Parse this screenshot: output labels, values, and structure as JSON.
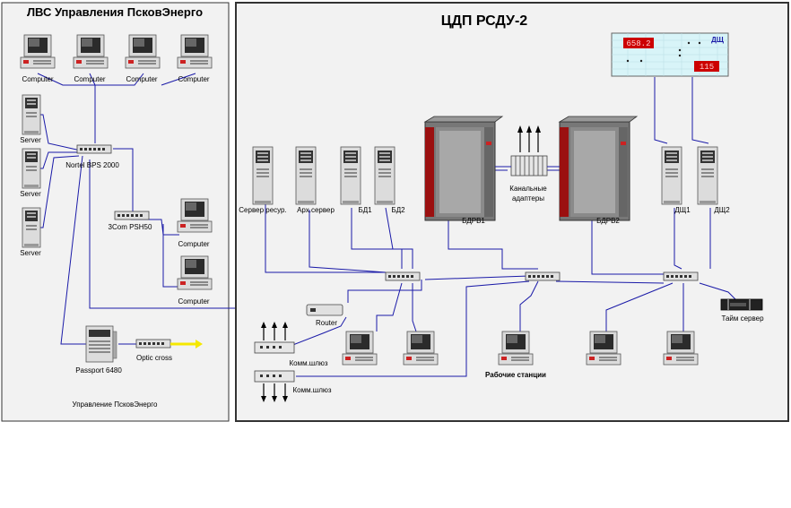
{
  "left_panel": {
    "title": "ЛВС Управления ПсковЭнерго",
    "footer": "Управление ПсковЭнерго",
    "computers_top": [
      "Computer",
      "Computer",
      "Computer",
      "Computer"
    ],
    "servers": [
      "Server",
      "Server",
      "Server"
    ],
    "switch_main": "Nortel BPS 2000",
    "switch_small": "3Com  PSH50",
    "computers_right": [
      "Computer",
      "Computer"
    ],
    "passport": "Passport 6480",
    "optic": "Optic cross"
  },
  "right_panel": {
    "title": "ЦДП РСДУ-2",
    "display": {
      "value_top": "658.2",
      "value_bottom": "115",
      "corner_label": "ДЩ"
    },
    "servers": [
      "Сервер ресур.",
      "Арх.сервер",
      "БД1",
      "БД2"
    ],
    "mainframes": [
      "БДРВ1",
      "БДРВ2"
    ],
    "adapters": [
      "Канальные",
      "адаптеры"
    ],
    "dsh": [
      "ДЩ1",
      "ДЩ2"
    ],
    "router": "Router",
    "gateways": [
      "Комм.шлюз",
      "Комм.шлюз"
    ],
    "workstations_label": "Рабочие станции",
    "time_server": "Тайм сервер"
  },
  "colors": {
    "panel_bg": "#f2f2f2",
    "line": "#1a1aa8",
    "display_bg": "#d8f4f8",
    "led_red": "#cc0000",
    "arrow_yellow": "#f5e800"
  }
}
